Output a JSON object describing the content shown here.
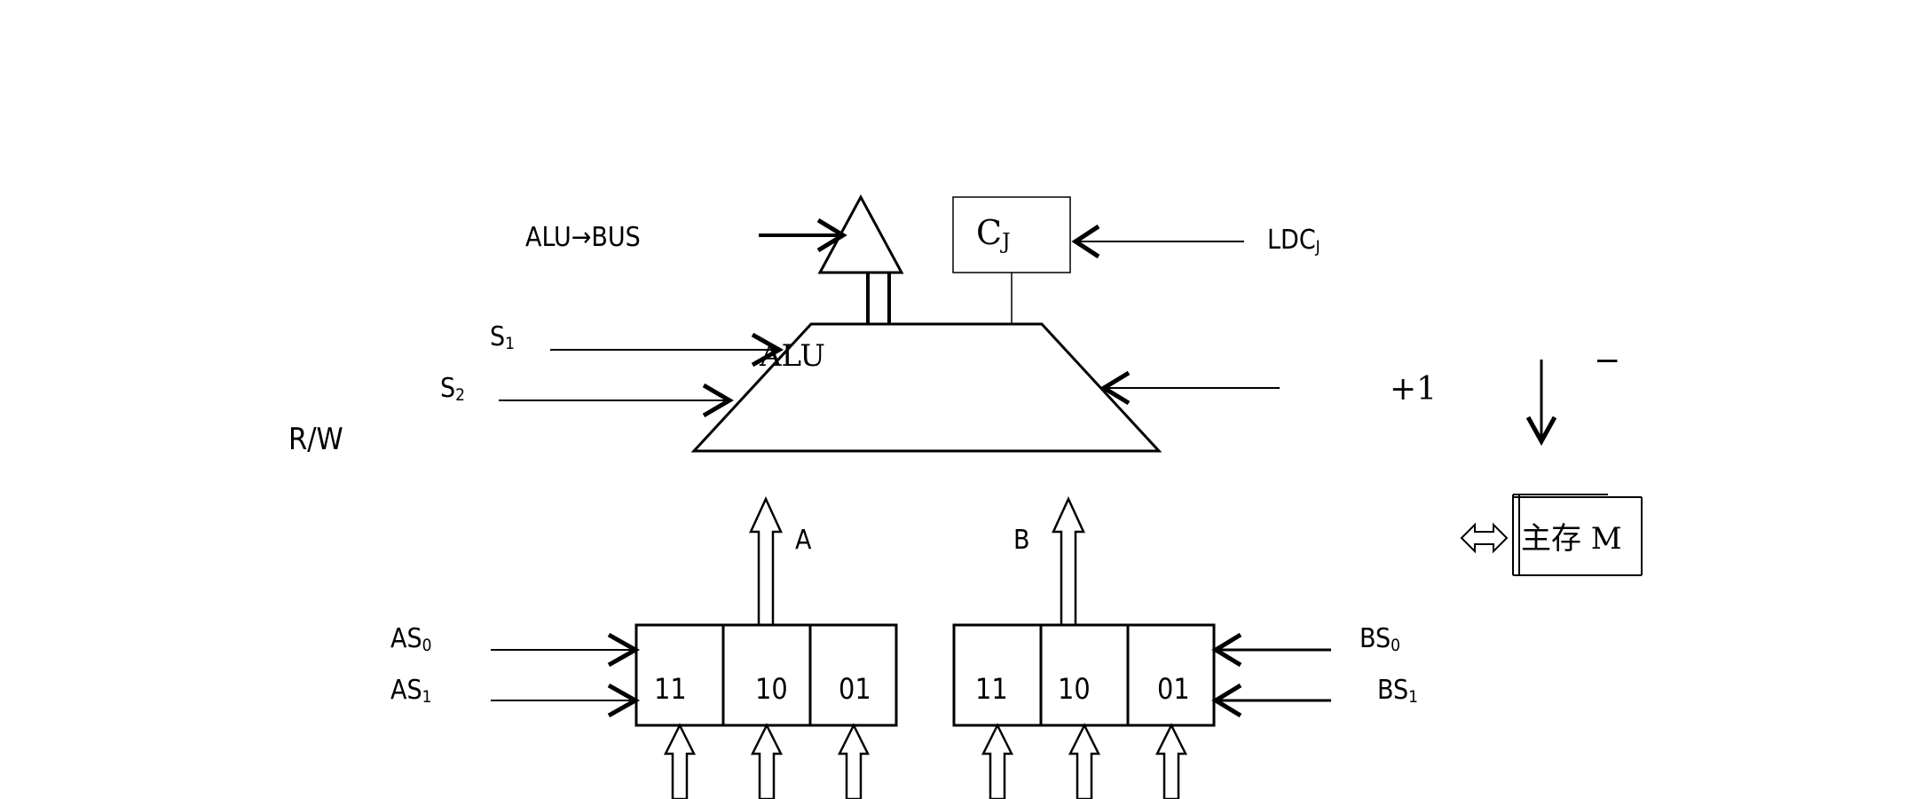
{
  "labels": {
    "alu_bus": "ALU→BUS",
    "cj_box": "CJ",
    "ldcj": "LDCJ",
    "s1": "S1",
    "s2": "S2",
    "alu": "ALU",
    "plus_one": "+1",
    "rw": "R/W",
    "minus": "−",
    "a": "A",
    "b": "B",
    "main_memory": "主存 M",
    "as0": "AS0",
    "as1": "AS1",
    "bs0": "BS0",
    "bs1": "BS1"
  },
  "mux_a": {
    "cells": [
      "11",
      "10",
      "01"
    ]
  },
  "mux_b": {
    "cells": [
      "11",
      "10",
      "01"
    ]
  }
}
